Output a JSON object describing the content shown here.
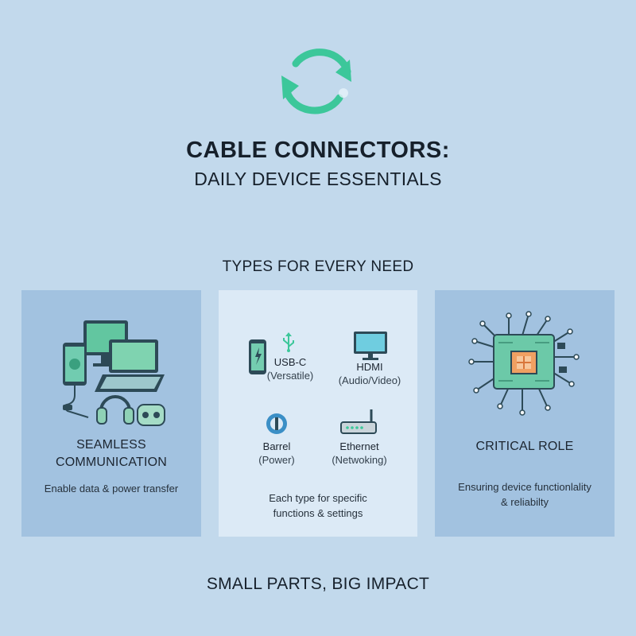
{
  "header": {
    "logo_icon": "sync-arrows-icon",
    "title_line1": "CABLE CONNECTORS:",
    "title_line2": "DAILY DEVICE ESSENTIALS"
  },
  "section_heading": "TYPES FOR EVERY NEED",
  "panels": {
    "left": {
      "illustration": "devices-illustration",
      "title_line1": "SEAMLESS",
      "title_line2": "COMMUNICATION",
      "description": "Enable data & power transfer"
    },
    "middle": {
      "connectors": [
        {
          "name": "USB-C",
          "detail": "(Versatile)",
          "icon": "usb-c-phone-icon"
        },
        {
          "name": "HDMI",
          "detail": "(Audio/Video)",
          "icon": "hdmi-monitor-icon"
        },
        {
          "name": "Barrel",
          "detail": "(Power)",
          "icon": "barrel-connector-icon"
        },
        {
          "name": "Ethernet",
          "detail": "(Netwoking)",
          "icon": "router-icon"
        }
      ],
      "desc_line1": "Each type for specific",
      "desc_line2": "functions & settings"
    },
    "right": {
      "illustration": "circuit-board-illustration",
      "title": "CRITICAL ROLE",
      "desc_line1": "Ensuring device functionlality",
      "desc_line2": "& reliabilty"
    }
  },
  "footer": "SMALL PARTS, BIG IMPACT",
  "colors": {
    "background": "#c2d9ec",
    "side_panels": "#a2c2e0",
    "middle_panel": "#dceaf6",
    "accent_green": "#3cc79a"
  }
}
